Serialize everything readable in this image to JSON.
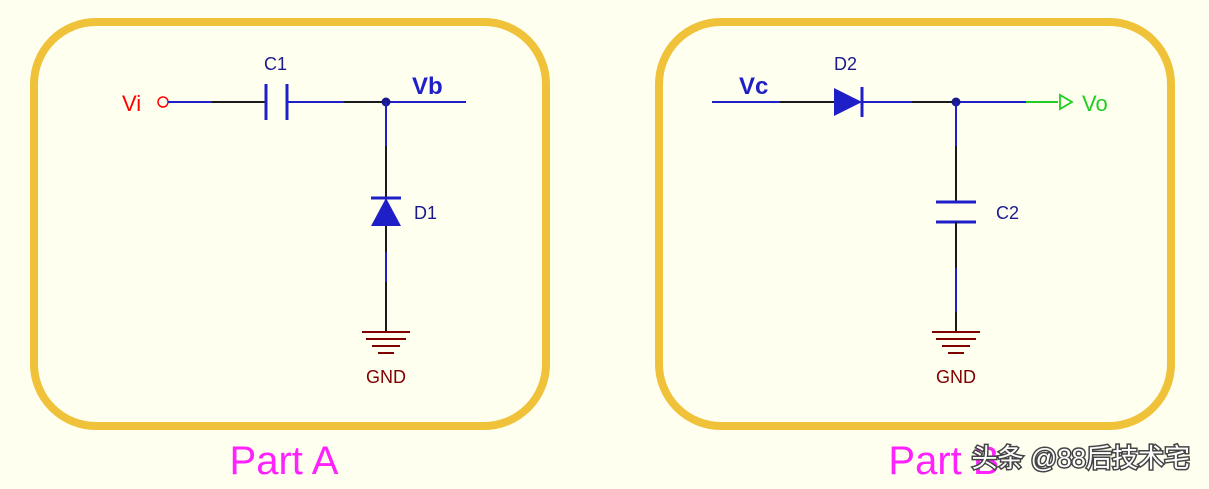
{
  "colors": {
    "background": "#fffff0",
    "frame": "#f0c23a",
    "wire": "#1f1fc8",
    "wire_segment": "#1a1a1a",
    "ground": "#800000",
    "input_port": "#ff0000",
    "output_port": "#22cc22",
    "part_label": "#ff22ff",
    "component_label": "#1a1a8a"
  },
  "part_a": {
    "title": "Part A",
    "input_label": "Vi",
    "node_label": "Vb",
    "capacitor_label": "C1",
    "diode_label": "D1",
    "ground_label": "GND"
  },
  "part_b": {
    "title": "Part B",
    "input_label": "Vc",
    "output_label": "Vo",
    "diode_label": "D2",
    "capacitor_label": "C2",
    "ground_label": "GND"
  },
  "watermark": {
    "text": "头条 @88后技术宅"
  }
}
